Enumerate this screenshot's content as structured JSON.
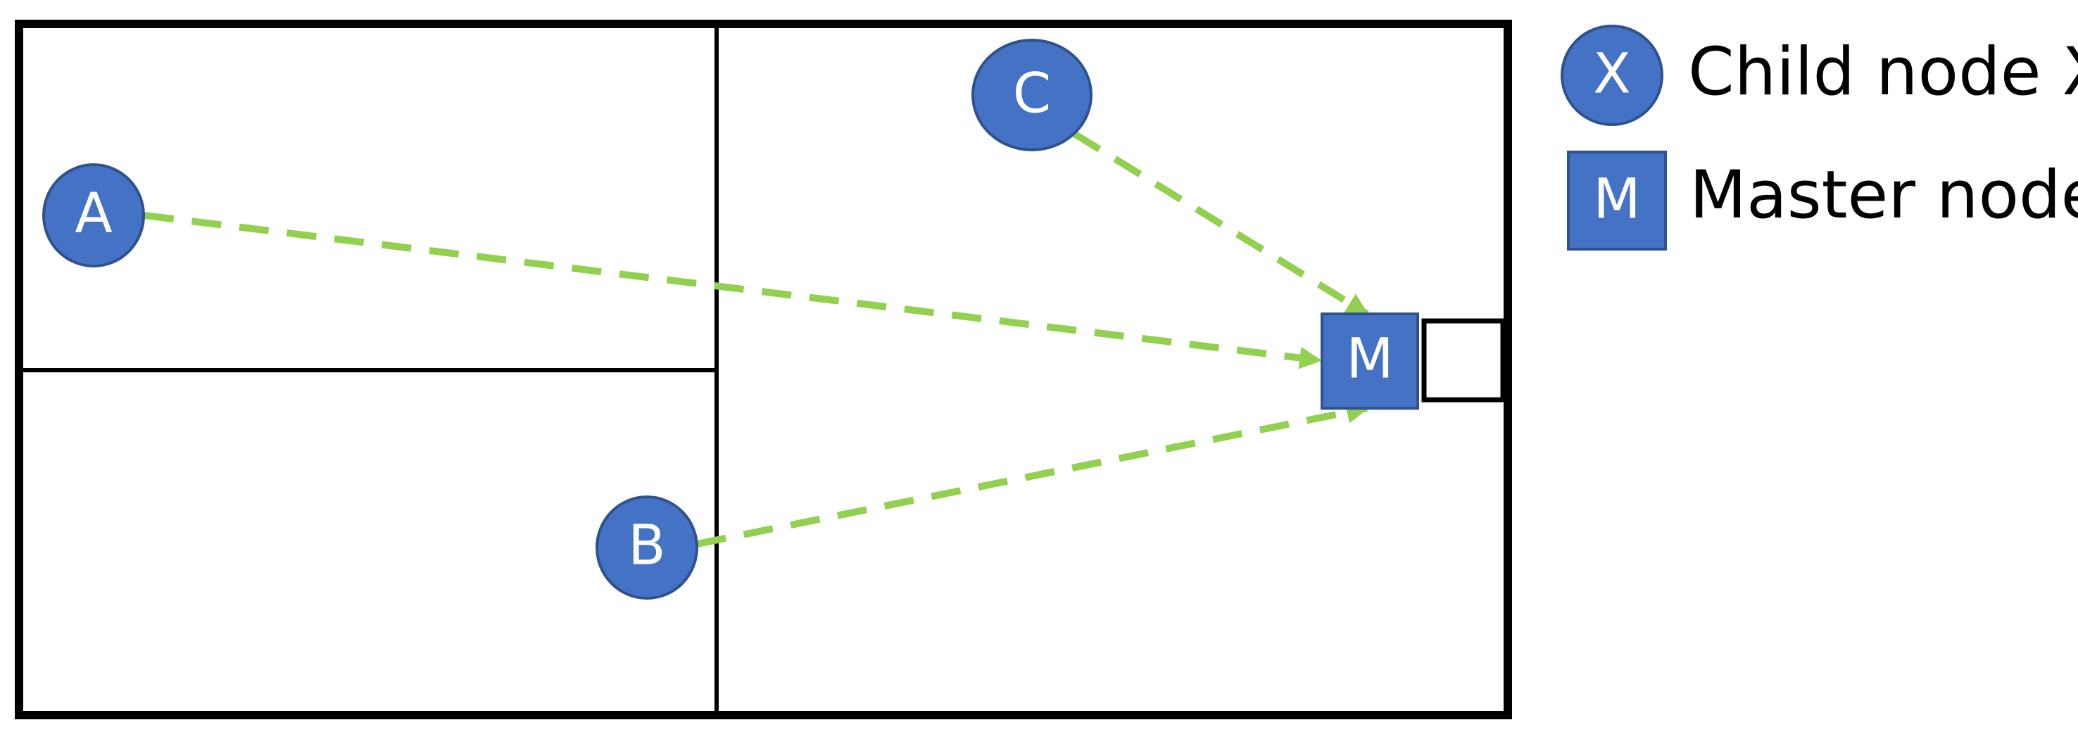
{
  "colors": {
    "node_fill": "#4472c4",
    "node_stroke": "#2f528f",
    "arrow": "#92d050",
    "border": "#000000",
    "background": "#ffffff"
  },
  "nodes": {
    "a": {
      "label": "A",
      "shape": "circle"
    },
    "b": {
      "label": "B",
      "shape": "circle"
    },
    "c": {
      "label": "C",
      "shape": "circle"
    },
    "m": {
      "label": "M",
      "shape": "square"
    }
  },
  "edges": [
    {
      "from": "A",
      "to": "M",
      "style": "dashed-arrow"
    },
    {
      "from": "B",
      "to": "M",
      "style": "dashed-arrow"
    },
    {
      "from": "C",
      "to": "M",
      "style": "dashed-arrow"
    }
  ],
  "legend": {
    "child": {
      "symbol": "X",
      "text": "Child node X",
      "shape": "circle"
    },
    "master": {
      "symbol": "M",
      "text": "Master node",
      "shape": "square"
    }
  }
}
